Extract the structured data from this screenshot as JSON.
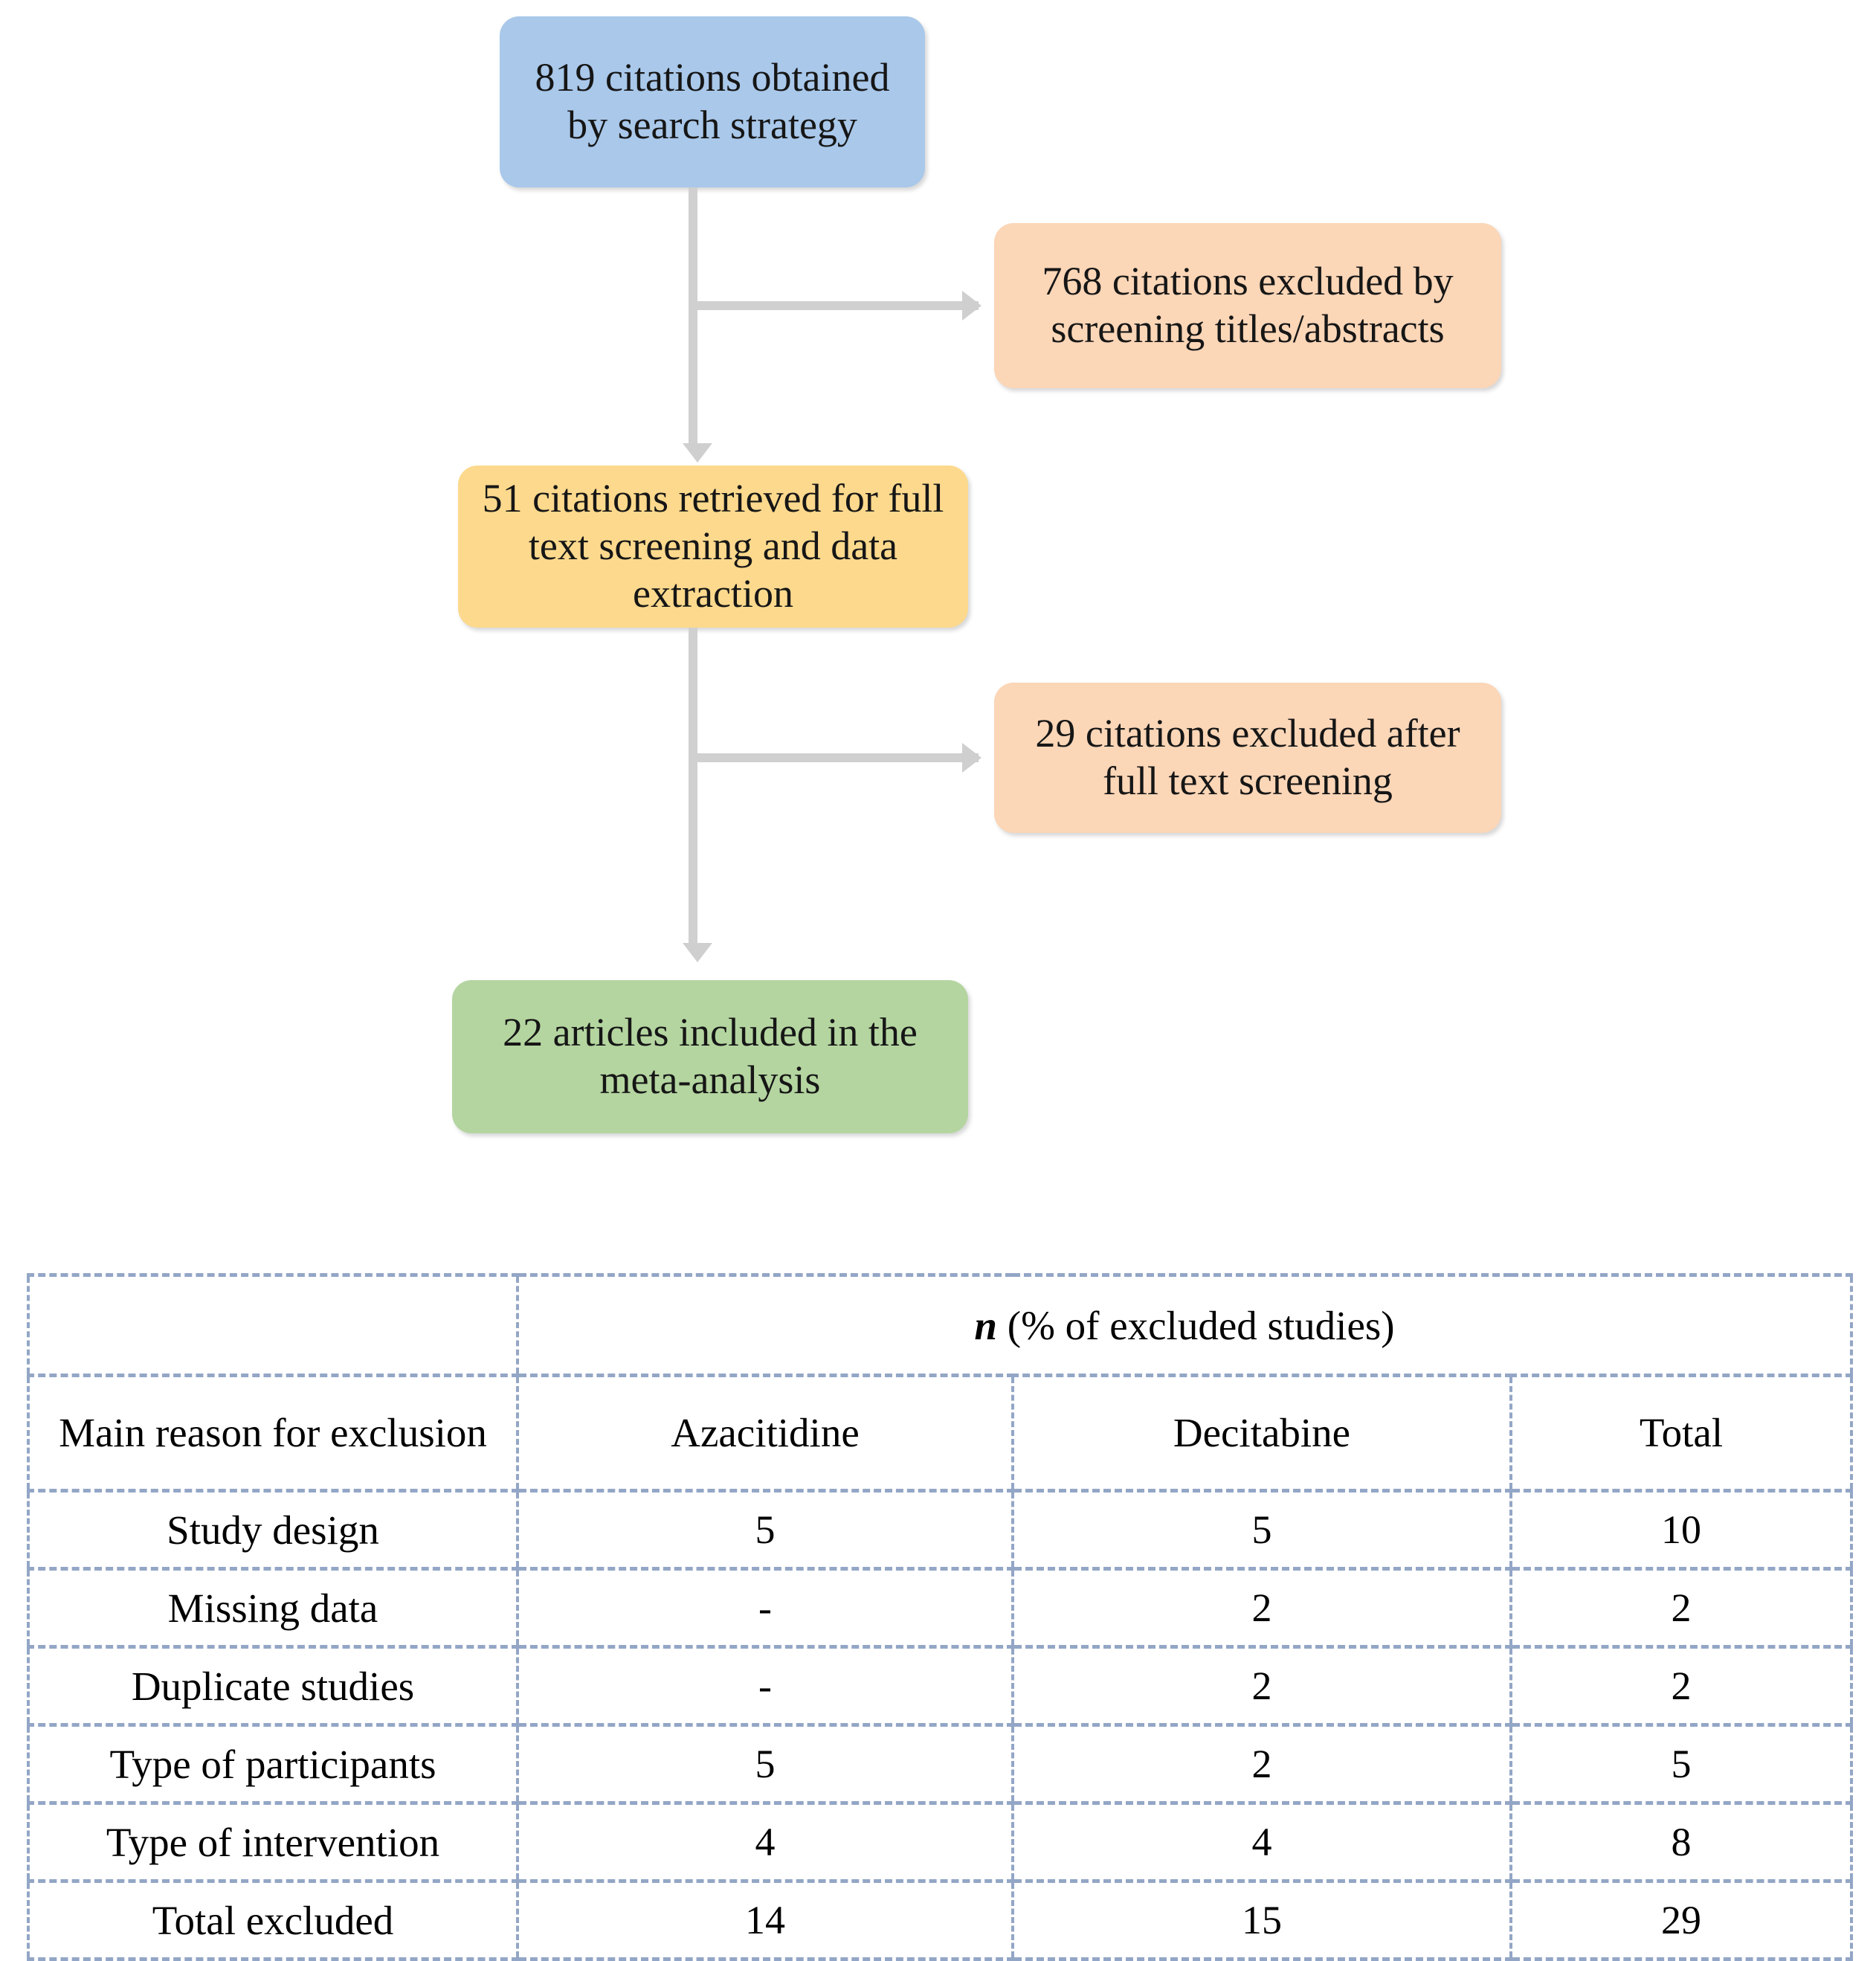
{
  "flow": {
    "boxes": [
      {
        "id": "citations-obtained",
        "text": "819 citations obtained by search strategy",
        "color": "#a9c8ea"
      },
      {
        "id": "excluded-screening",
        "text": "768 citations excluded by screening titles/abstracts",
        "color": "#fbd6b7"
      },
      {
        "id": "retrieved-fulltext",
        "text": "51 citations retrieved for full text screening and data extraction",
        "color": "#fcd98d"
      },
      {
        "id": "excluded-fulltext",
        "text": "29 citations excluded after full text screening",
        "color": "#fbd6b7"
      },
      {
        "id": "included-meta",
        "text": "22 articles included in the meta-analysis",
        "color": "#b4d5a0"
      }
    ],
    "connector_color": "#d0d0d0"
  },
  "table": {
    "spanning_header_prefix": "n",
    "spanning_header_rest": " (% of excluded studies)",
    "column_headers": [
      "Main reason for exclusion",
      "Azacitidine",
      "Decitabine",
      "Total"
    ],
    "rows": [
      {
        "reason": "Study design",
        "azacitidine": "5",
        "decitabine": "5",
        "total": "10"
      },
      {
        "reason": "Missing data",
        "azacitidine": "-",
        "decitabine": "2",
        "total": "2"
      },
      {
        "reason": "Duplicate studies",
        "azacitidine": "-",
        "decitabine": "2",
        "total": "2"
      },
      {
        "reason": "Type of participants",
        "azacitidine": "5",
        "decitabine": "2",
        "total": "5"
      },
      {
        "reason": "Type of intervention",
        "azacitidine": "4",
        "decitabine": "4",
        "total": "8"
      },
      {
        "reason": "Total excluded",
        "azacitidine": "14",
        "decitabine": "15",
        "total": "29"
      }
    ],
    "border_solid_color": "#000000",
    "border_dashed_color": "#93a6c6"
  },
  "chart_data": {
    "type": "table",
    "title": "n (% of excluded studies)",
    "categories": [
      "Study design",
      "Missing data",
      "Duplicate studies",
      "Type of participants",
      "Type of intervention",
      "Total excluded"
    ],
    "series": [
      {
        "name": "Azacitidine",
        "values": [
          5,
          null,
          null,
          5,
          4,
          14
        ]
      },
      {
        "name": "Decitabine",
        "values": [
          5,
          2,
          2,
          2,
          4,
          15
        ]
      },
      {
        "name": "Total",
        "values": [
          10,
          2,
          2,
          5,
          8,
          29
        ]
      }
    ],
    "flow_values": {
      "citations_obtained": 819,
      "excluded_by_title_abstract_screening": 768,
      "retrieved_for_full_text": 51,
      "excluded_after_full_text": 29,
      "included_in_meta_analysis": 22
    },
    "xlabel": "",
    "ylabel": "",
    "legend": "none",
    "grid": false
  }
}
